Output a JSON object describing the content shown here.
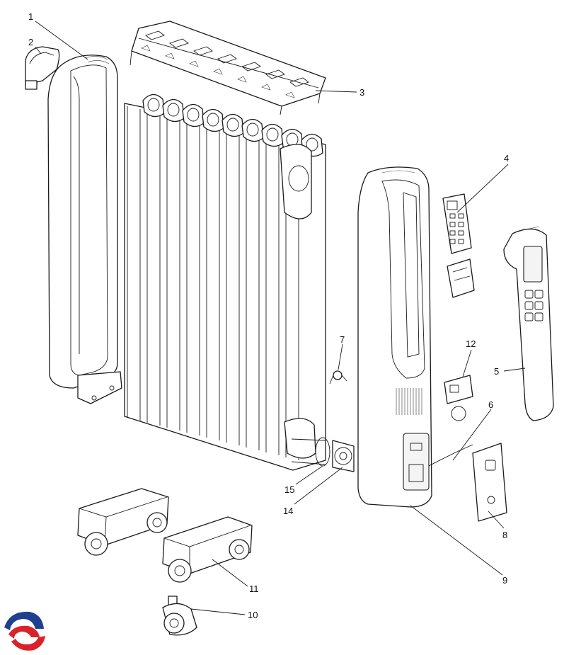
{
  "callouts": [
    {
      "id": "1",
      "label": "1"
    },
    {
      "id": "2",
      "label": "2"
    },
    {
      "id": "3",
      "label": "3"
    },
    {
      "id": "4",
      "label": "4"
    },
    {
      "id": "5",
      "label": "5"
    },
    {
      "id": "6",
      "label": "6"
    },
    {
      "id": "7",
      "label": "7"
    },
    {
      "id": "8",
      "label": "8"
    },
    {
      "id": "9",
      "label": "9"
    },
    {
      "id": "10",
      "label": "10"
    },
    {
      "id": "11",
      "label": "11"
    },
    {
      "id": "12",
      "label": "12"
    },
    {
      "id": "14",
      "label": "14"
    },
    {
      "id": "15",
      "label": "15"
    }
  ],
  "colors": {
    "line": "#1a1a1a",
    "logo_red": "#d9232a",
    "logo_blue": "#1f3f8f"
  },
  "logo": {
    "icon": "brand-swirl-icon"
  }
}
